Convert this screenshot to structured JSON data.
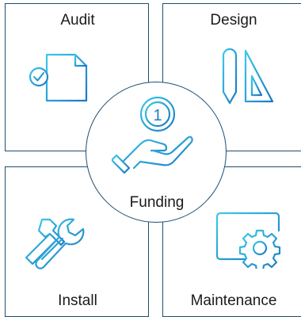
{
  "quadrants": {
    "audit": {
      "label": "Audit",
      "icon": "audit-document-icon"
    },
    "design": {
      "label": "Design",
      "icon": "pencil-ruler-icon"
    },
    "install": {
      "label": "Install",
      "icon": "wrench-tools-icon"
    },
    "maintenance": {
      "label": "Maintenance",
      "icon": "browser-gear-icon"
    }
  },
  "center": {
    "label": "Funding",
    "icon": "hand-coin-icon",
    "coin_text": "1"
  },
  "colors": {
    "border": "#1e4e6e",
    "icon_light": "#35c3e6",
    "icon_dark": "#1b7dc3"
  }
}
